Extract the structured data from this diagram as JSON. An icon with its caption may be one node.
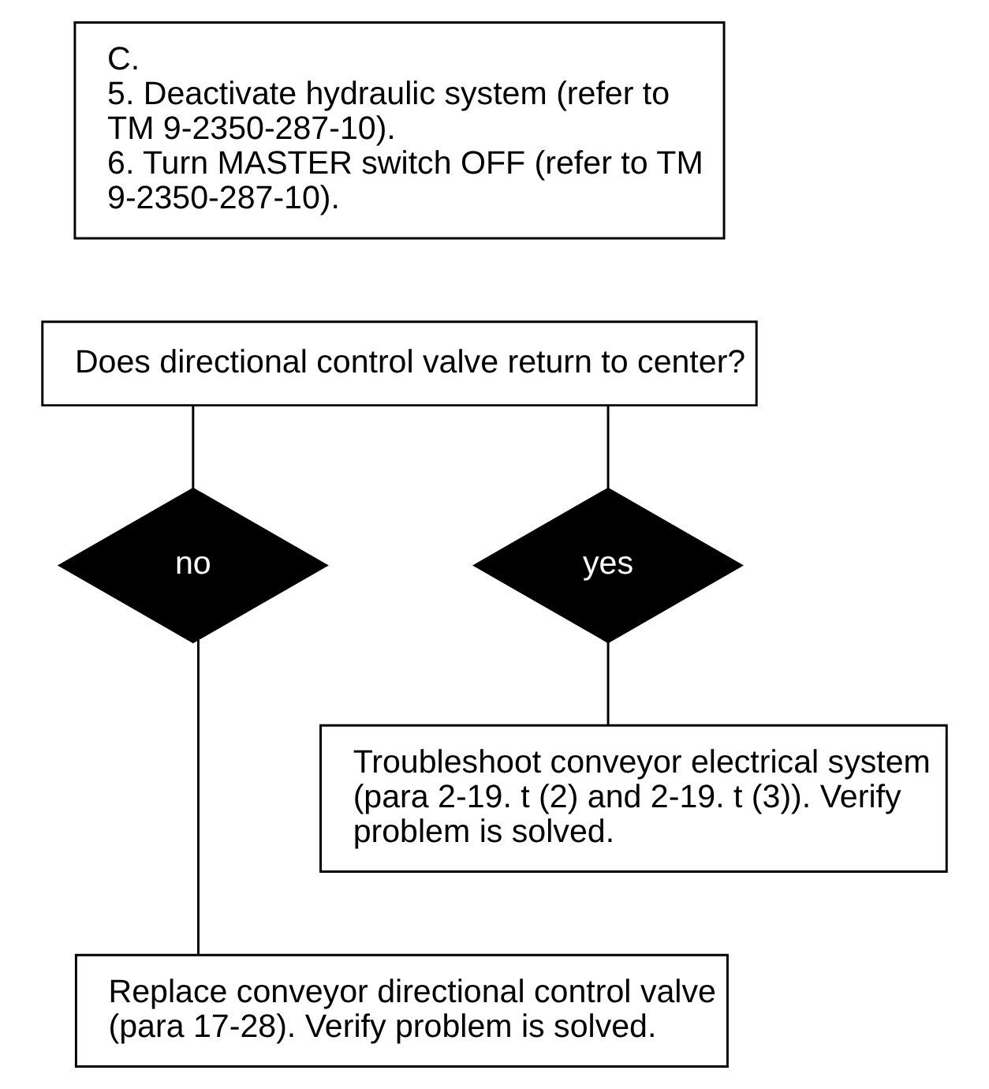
{
  "diagram": {
    "nodes": [
      {
        "text": [
          "C.",
          "5. Deactivate hydraulic system (refer to TM 9-2350-287-10).",
          "6. Turn MASTER switch OFF (refer to TM 9-2350-287-10)."
        ]
      },
      {
        "text": [
          "Does directional control valve return to center?"
        ]
      },
      {
        "text": [
          "no"
        ]
      },
      {
        "text": [
          "yes"
        ]
      },
      {
        "text": [
          "Troubleshoot conveyor electrical system (para 2-19. t (2) and 2-19. t (3)). Verify problem is solved."
        ]
      },
      {
        "text": [
          "Replace conveyor directional control valve (para 17-28). Verify problem is solved."
        ]
      }
    ],
    "edges": [
      {
        "from": 1,
        "to": 2,
        "arrow": "none"
      },
      {
        "from": 1,
        "to": 3,
        "arrow": "none"
      },
      {
        "from": 3,
        "to": 4,
        "arrow": "none"
      },
      {
        "from": 2,
        "to": 5,
        "arrow": "none"
      }
    ]
  }
}
